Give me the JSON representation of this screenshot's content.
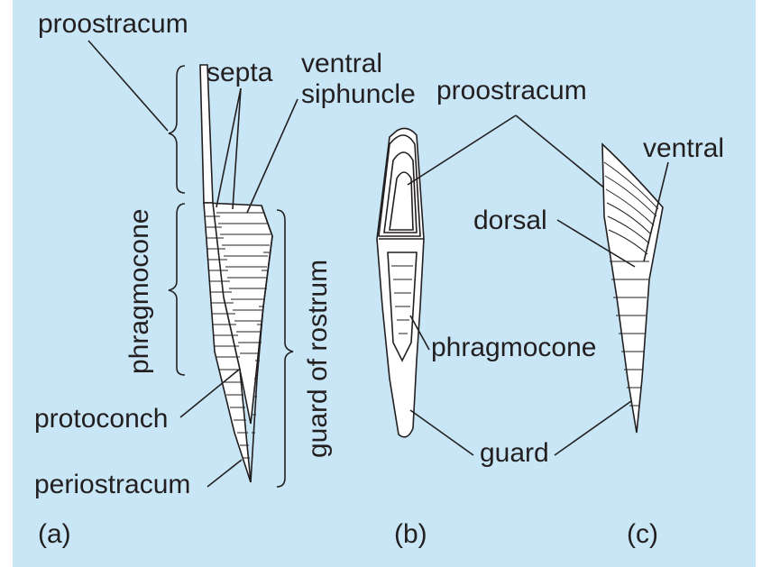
{
  "colors": {
    "background": "#c8e6f5",
    "ink": "#231f20",
    "fill": "#ffffff"
  },
  "labels": {
    "a_proostracum": "proostracum",
    "a_septa": "septa",
    "a_ventral_siphuncle_1": "ventral",
    "a_ventral_siphuncle_2": "siphuncle",
    "a_phragmocone": "phragmocone",
    "a_guard_of_rostrum": "guard of rostrum",
    "a_protoconch": "protoconch",
    "a_periostracum": "periostracum",
    "b_proostracum": "proostracum",
    "b_phragmocone": "phragmocone",
    "b_guard": "guard",
    "c_ventral": "ventral",
    "c_dorsal": "dorsal"
  },
  "panels": {
    "a": "(a)",
    "b": "(b)",
    "c": "(c)"
  }
}
